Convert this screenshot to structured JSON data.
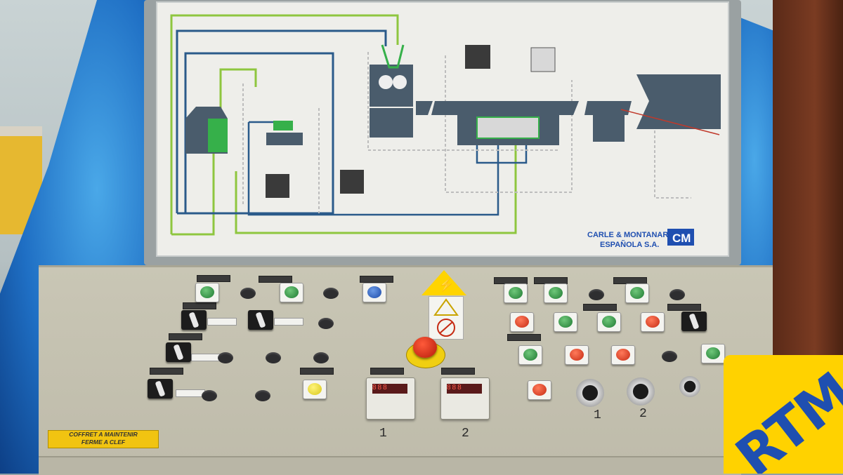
{
  "mimic_board": {
    "brand_line1": "CARLE & MONTANARI",
    "brand_line2": "ESPAÑOLA S.A.",
    "brand_logo": "CM",
    "line_colors": {
      "blue": "#2a5a8a",
      "green": "#8ec63f",
      "bright_green": "#36b04a"
    }
  },
  "control_desk": {
    "warning_icon": "high-voltage-warning-icon",
    "emergency_stop": "emergency-stop-button",
    "timer_numbers": [
      "1",
      "2"
    ],
    "knob_numbers": [
      "1",
      "2"
    ],
    "caution_label": [
      "COFFRET A MAINTENIR",
      "FERME A CLEF"
    ]
  },
  "watermark": {
    "text": "RTM",
    "background": "#ffd200",
    "color": "#1f4fb0"
  },
  "colors": {
    "desk": "#c6c3b2",
    "tarp": "#1f6fc4",
    "button_green": "#2a8a3e",
    "button_red": "#d0321a"
  }
}
